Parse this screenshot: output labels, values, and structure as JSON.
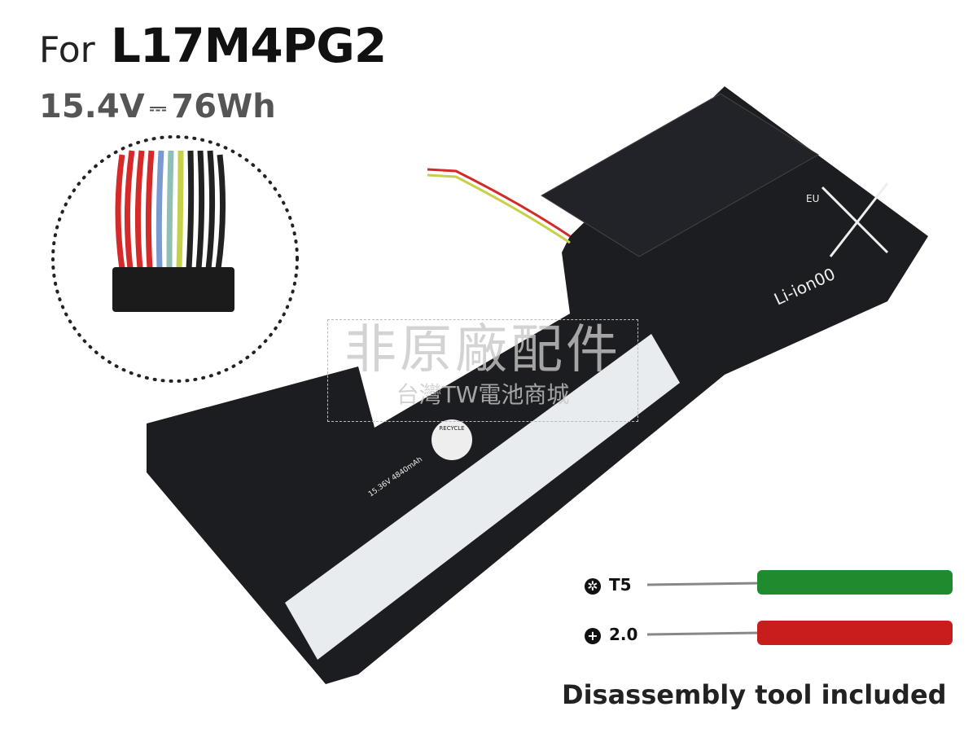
{
  "heading": {
    "prefix": "For",
    "model": "L17M4PG2"
  },
  "spec": {
    "voltage": "15.4V",
    "dc_symbol": "⎓",
    "energy": "76Wh"
  },
  "watermark": {
    "line1": "非原廠配件",
    "line2": "台灣TW電池商城"
  },
  "battery": {
    "label_capacity": "15.36V 4840mAh",
    "cert_text": "Li-ion00",
    "eu_label": "EU",
    "recycle_label": "RECYCLE",
    "colors": {
      "body": "#1c1d20",
      "label": "#e9ecef"
    }
  },
  "tools": [
    {
      "icon": "torx-star-icon",
      "label": "T5",
      "handle_color": "#1f8a2e"
    },
    {
      "icon": "phillips-cross-icon",
      "label": "2.0",
      "handle_color": "#c81d1d"
    }
  ],
  "footer": "Disassembly tool included"
}
